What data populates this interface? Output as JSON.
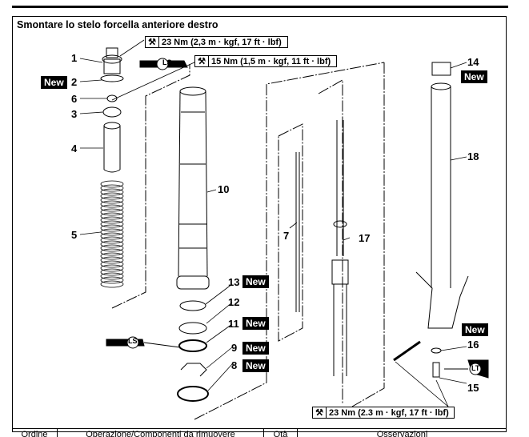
{
  "title": "Smontare lo stelo forcella anteriore destro",
  "torque_specs": [
    {
      "id": "t1",
      "label": "23 Nm (2,3 m · kgf, 17 ft · lbf)"
    },
    {
      "id": "t2",
      "label": "15 Nm (1,5 m · kgf, 11 ft · lbf)"
    },
    {
      "id": "t3",
      "label": "23 Nm (2.3 m · kgf, 17 ft · lbf)"
    }
  ],
  "new_badge": "New",
  "lubricant_ls": "LS",
  "lubricant_lt": "LT",
  "part_numbers": [
    "1",
    "2",
    "3",
    "4",
    "5",
    "6",
    "7",
    "8",
    "9",
    "10",
    "11",
    "12",
    "13",
    "14",
    "15",
    "16",
    "17",
    "18"
  ],
  "table_headers": [
    "Ordine",
    "Operazione/Componenti da rimuovere",
    "Qtà",
    "Osservazioni"
  ]
}
